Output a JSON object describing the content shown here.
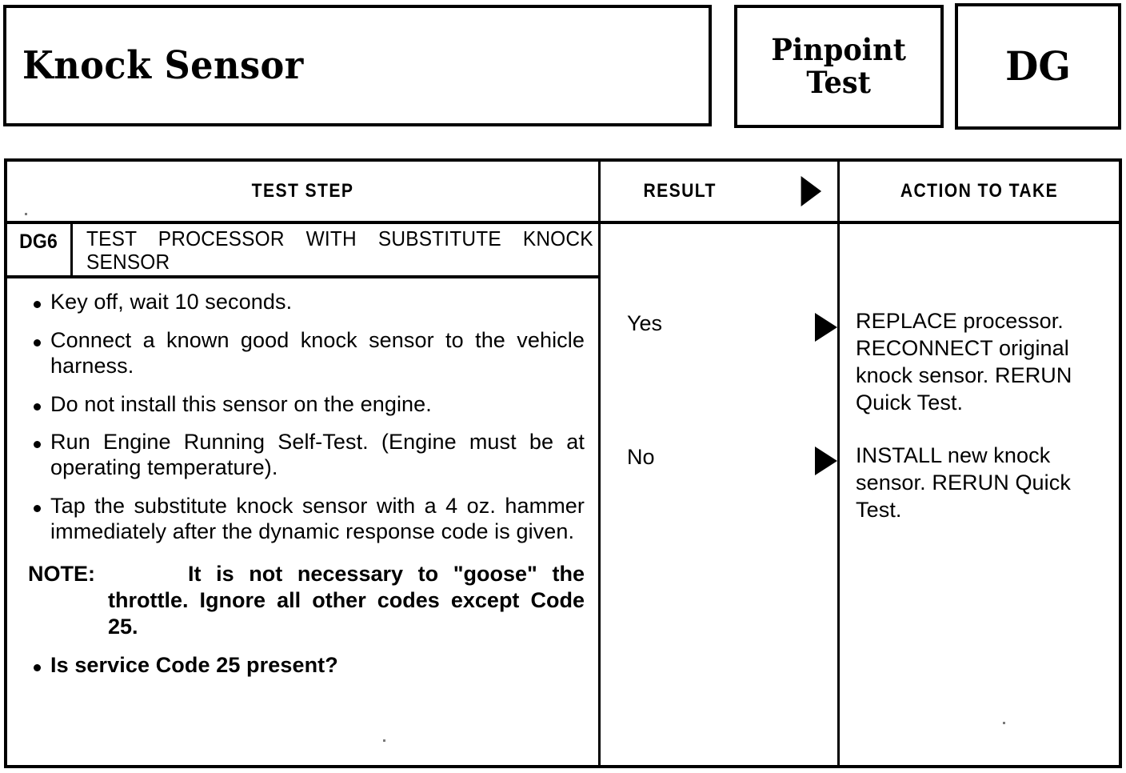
{
  "header": {
    "title": "Knock Sensor",
    "pinpoint_line1": "Pinpoint",
    "pinpoint_line2": "Test",
    "section_code": "DG"
  },
  "table": {
    "columns": {
      "test_step": "TEST STEP",
      "result": "RESULT",
      "action": "ACTION TO TAKE"
    },
    "step": {
      "id": "DG6",
      "title": "TEST PROCESSOR WITH SUBSTITUTE KNOCK SENSOR",
      "bullets": [
        {
          "text": "Key off, wait 10 seconds.",
          "bold": false
        },
        {
          "text": "Connect a known good knock sensor to the vehicle harness.",
          "bold": false
        },
        {
          "text": "Do not install this sensor on the engine.",
          "bold": false
        },
        {
          "text": "Run Engine Running Self-Test. (Engine must be at operating temperature).",
          "bold": false
        },
        {
          "text": "Tap the substitute knock sensor with a 4 oz. hammer immediately after the dynamic response code is given.",
          "bold": false
        }
      ],
      "note_label": "NOTE:",
      "note_text": "It is not necessary to \"goose\" the throttle. Ignore all other codes except Code 25.",
      "question": "Is service Code 25 present?"
    },
    "rows": [
      {
        "result": "Yes",
        "action": "REPLACE processor. RECONNECT original knock sensor. RERUN Quick Test."
      },
      {
        "result": "No",
        "action": "INSTALL new knock sensor. RERUN Quick Test."
      }
    ]
  },
  "colors": {
    "ink": "#000000",
    "paper": "#ffffff"
  }
}
